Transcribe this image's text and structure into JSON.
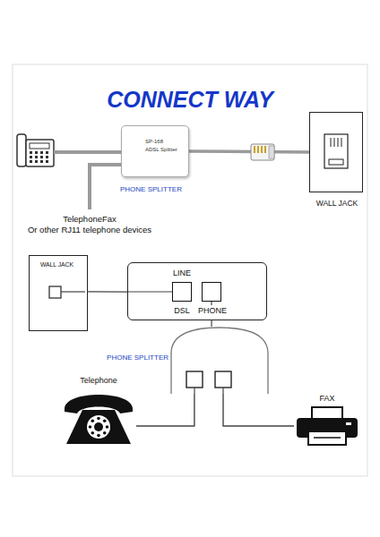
{
  "diagram": {
    "title": "CONNECT WAY",
    "nodes": [
      {
        "text": [
          "SP-168",
          "ADSL Splitter",
          "PHONE SPLITTER"
        ]
      },
      {
        "text": [
          "WALL JACK"
        ]
      },
      {
        "text": [
          "WALL JACK"
        ]
      },
      {
        "text": [
          "LINE",
          "DSL",
          "PHONE"
        ]
      },
      {
        "text": [
          "PHONE SPLITTER"
        ]
      },
      {
        "text": [
          "Telephone"
        ]
      },
      {
        "text": [
          "FAX"
        ]
      }
    ],
    "edges": [
      {
        "from": 0,
        "to": 1,
        "arrow": "none"
      },
      {
        "from": 2,
        "to": 3,
        "arrow": "none"
      },
      {
        "from": 3,
        "to": 4,
        "arrow": "none"
      },
      {
        "from": 4,
        "to": 5,
        "arrow": "none"
      },
      {
        "from": 4,
        "to": 6,
        "arrow": "none"
      }
    ],
    "labels": [
      "TelephoneFax",
      "Or other RJ11 telephone devices"
    ]
  }
}
